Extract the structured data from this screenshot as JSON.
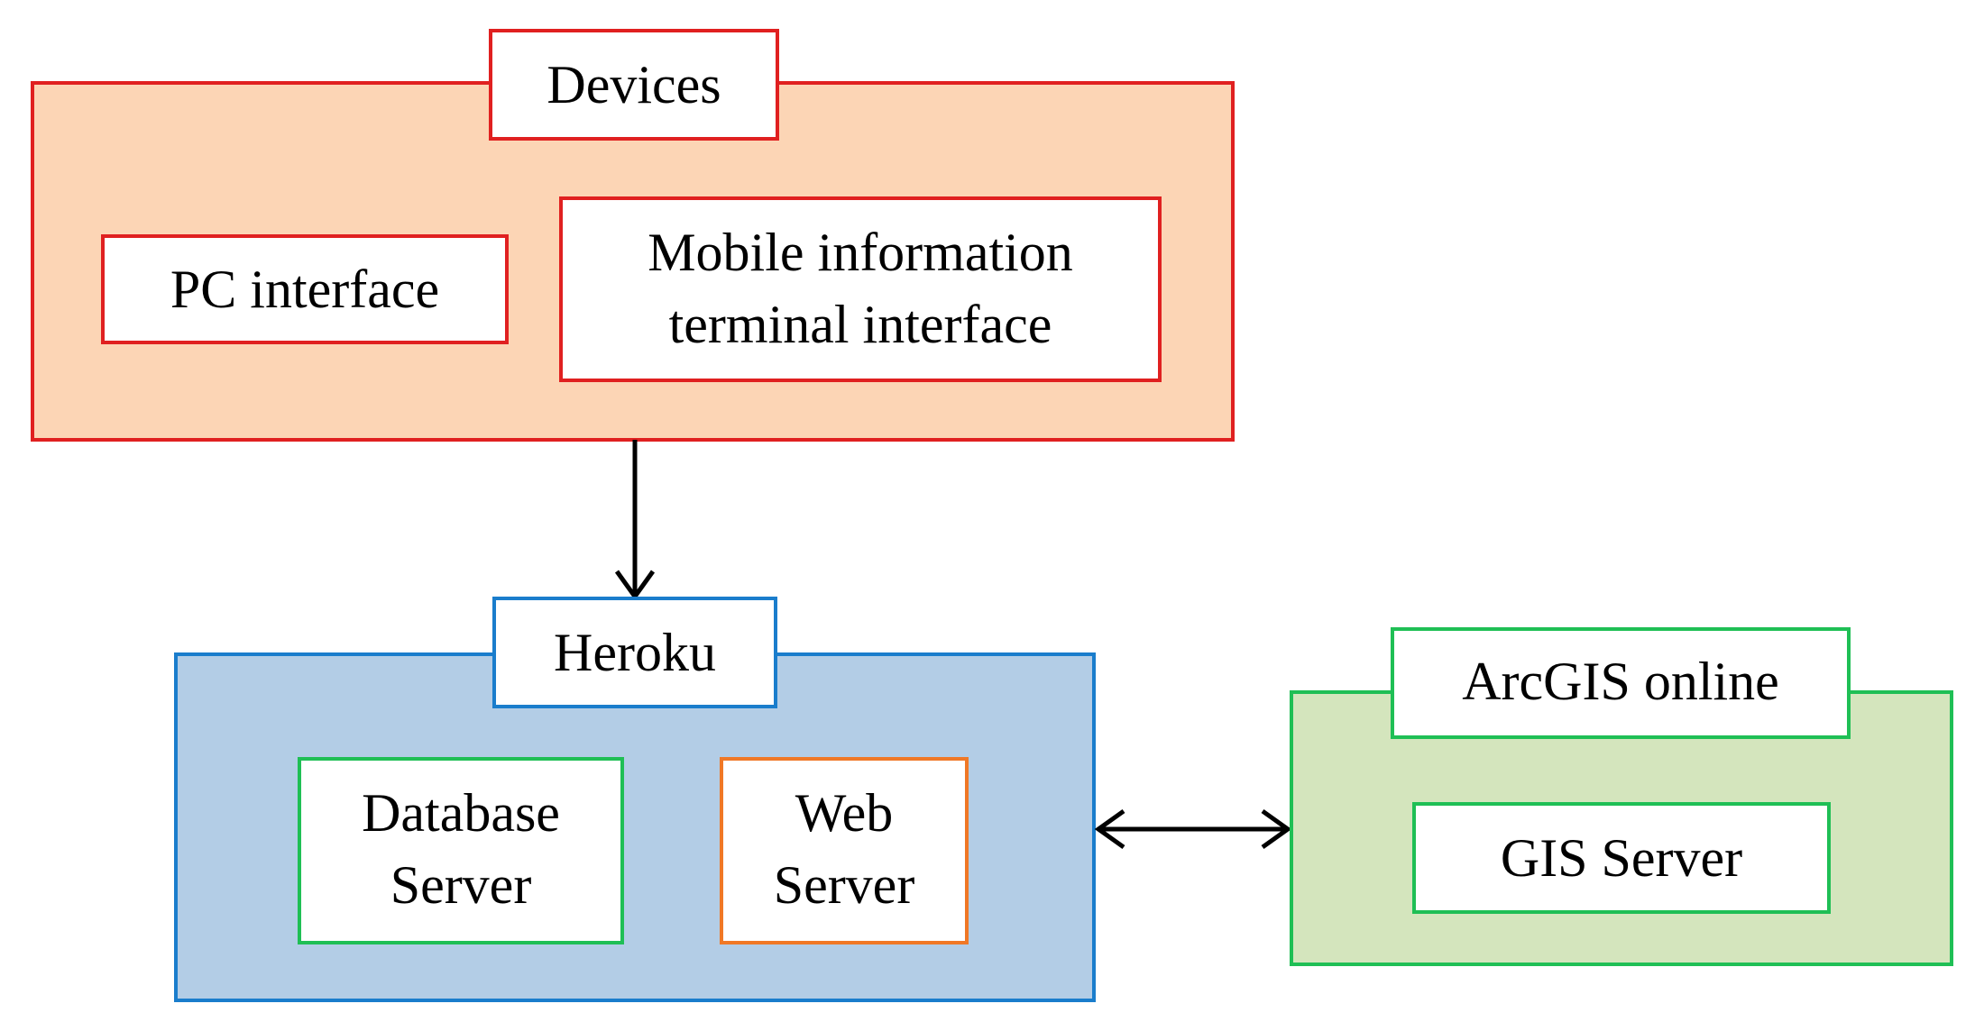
{
  "colors": {
    "devices_border": "#e02020",
    "devices_fill": "#fcd5b5",
    "heroku_border": "#1a7dcc",
    "heroku_fill": "#b3cde6",
    "arcgis_border": "#1fbf55",
    "arcgis_fill": "#d4e5bd",
    "web_server_border": "#f07826",
    "label_fill": "#ffffff",
    "arrow": "#000000"
  },
  "devices": {
    "title": "Devices",
    "pc_interface": "PC interface",
    "mobile_line1": "Mobile information",
    "mobile_line2": "terminal interface"
  },
  "heroku": {
    "title": "Heroku",
    "database_line1": "Database",
    "database_line2": "Server",
    "web_line1": "Web",
    "web_line2": "Server"
  },
  "arcgis": {
    "title": "ArcGIS online",
    "gis_server": "GIS Server"
  }
}
